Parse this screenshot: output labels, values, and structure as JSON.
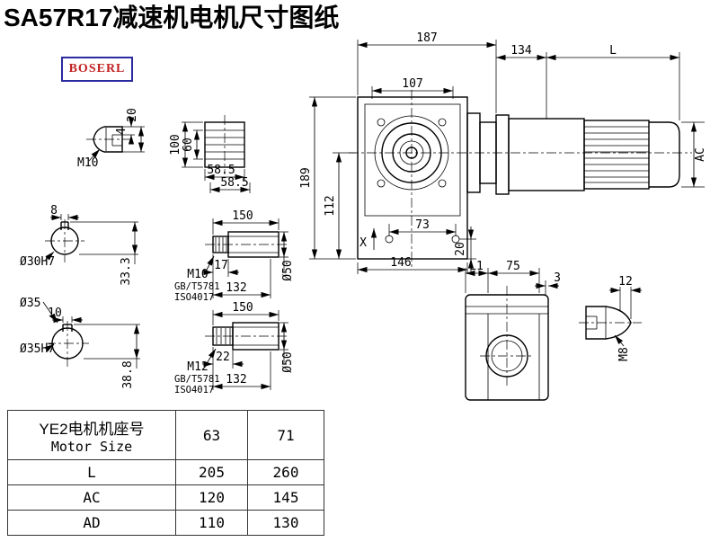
{
  "title": "SA57R17减速机电机尺寸图纸",
  "brand": "BOSERL",
  "main_view": {
    "width_total": "187",
    "flange_width": "107",
    "adapter_len": "134",
    "motor_len": "L",
    "height": "189",
    "axis_height": "112",
    "motor_dia": "AC",
    "foot_height": "20",
    "hole_span": "73",
    "base_width": "146",
    "datum": "X"
  },
  "side_view": {
    "l1": "L1",
    "width": "75",
    "gap": "3"
  },
  "shaft_end": {
    "depth": "12",
    "thread": "M8"
  },
  "dome_detail": {
    "thread": "M10",
    "depth": "4",
    "length": "20"
  },
  "plate_detail": {
    "height": "100",
    "inner_height": "60",
    "width_a": "58.5",
    "width_b": "58.5"
  },
  "section_a": {
    "key_width": "8",
    "bore": "Ø30H7",
    "key_height": "33.3"
  },
  "bore_label": "Ø35",
  "section_b": {
    "key_width": "10",
    "bore": "Ø35H7",
    "key_height": "38.8"
  },
  "shaft_a": {
    "length": "150",
    "thread": "M10",
    "std1": "GB/T5781",
    "std2": "ISO4017",
    "thread_len": "17",
    "body_len": "132",
    "dia": "Ø50"
  },
  "shaft_b": {
    "length": "150",
    "thread": "M12",
    "std1": "GB/T5781",
    "std2": "ISO4017",
    "thread_len": "22",
    "body_len": "132",
    "dia": "Ø50"
  },
  "table": {
    "header": {
      "line1": "YE2电机机座号",
      "line2": "Motor Size",
      "col1": "63",
      "col2": "71"
    },
    "rows": [
      {
        "label": "L",
        "v1": "205",
        "v2": "260"
      },
      {
        "label": "AC",
        "v1": "120",
        "v2": "145"
      },
      {
        "label": "AD",
        "v1": "110",
        "v2": "130"
      }
    ]
  }
}
